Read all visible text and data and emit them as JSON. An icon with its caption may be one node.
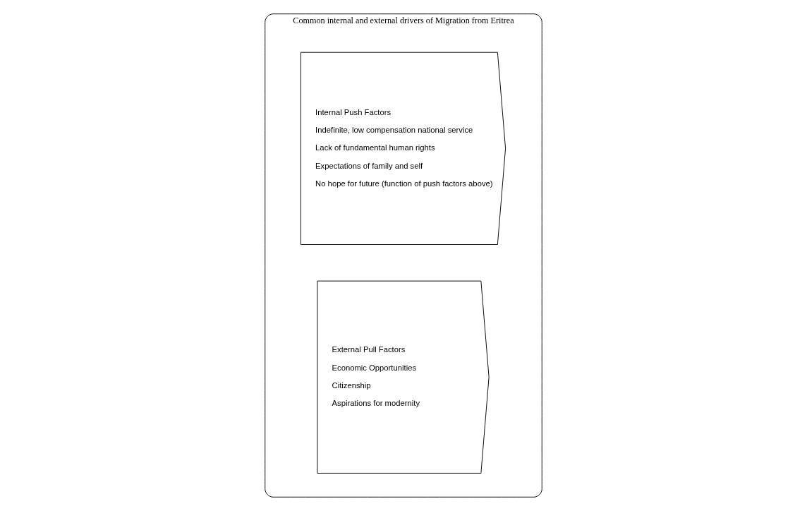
{
  "diagram": {
    "nodes": [
      {
        "text": [
          "Common internal and external drivers of Migration from Eritrea"
        ]
      },
      {
        "text": [
          "Internal Push Factors",
          "Indefinite, low compensation national service",
          "Lack of fundamental human rights",
          "Expectations of family and self",
          "No hope for future (function of push factors above)"
        ],
        "in": 0
      },
      {
        "text": [
          "External Pull Factors",
          "Economic Opportunities",
          "Citizenship",
          "Aspirations for modernity"
        ],
        "in": 0
      }
    ]
  }
}
